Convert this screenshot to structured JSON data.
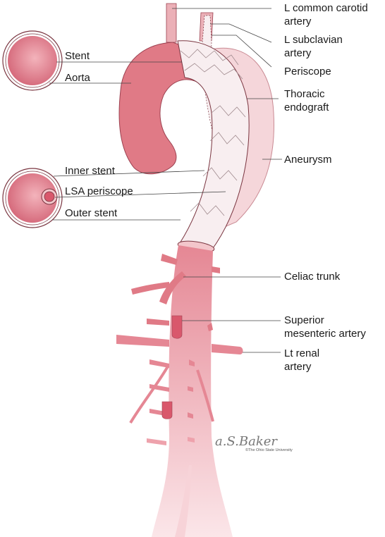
{
  "labels": {
    "l_common_carotid": [
      "L common carotid",
      "artery"
    ],
    "l_subclavian": [
      "L subclavian",
      "artery"
    ],
    "periscope": "Periscope",
    "thoracic_endograft": [
      "Thoracic",
      "endograft"
    ],
    "aneurysm": "Aneurysm",
    "stent": "Stent",
    "aorta": "Aorta",
    "inner_stent": "Inner stent",
    "lsa_periscope": "LSA periscope",
    "outer_stent": "Outer stent",
    "celiac_trunk": "Celiac trunk",
    "superior_mesenteric": [
      "Superior",
      "mesenteric artery"
    ],
    "lt_renal": [
      "Lt renal",
      "artery"
    ]
  },
  "credit": {
    "signature": "a.S.Baker",
    "copyright": "©The Ohio State University"
  },
  "colors": {
    "vessel": "#e07a86",
    "vessel_dark": "#c95567",
    "vessel_light": "#f3c6cb",
    "aneurysm": "#f5d6da",
    "graft_fill": "#f8eef0",
    "outline": "#7a3540"
  }
}
